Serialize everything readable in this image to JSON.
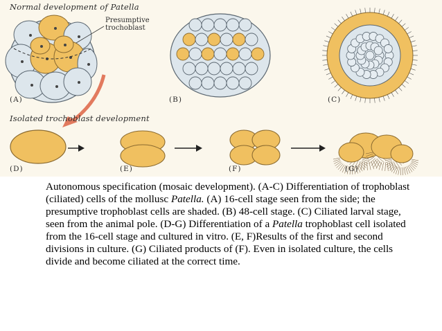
{
  "figure": {
    "heading_top": "Normal development of Patella",
    "heading_bottom": "Isolated trochoblast development",
    "annotation": [
      "Presumptive",
      "trochoblast"
    ],
    "panel_labels": [
      "(A)",
      "(B)",
      "(C)",
      "(D)",
      "(E)",
      "(F)",
      "(G)"
    ],
    "colors": {
      "trochoblast": "#f0c060",
      "trochoblast_stroke": "#8a6a30",
      "other_cells": "#dde6ec",
      "cell_stroke": "#5a6670",
      "arrow": "#e27a5e",
      "background": "#fbf7ec"
    }
  },
  "caption": [
    {
      "text": "Autonomous specification (mosaic development). (A-C) Differentiation of trophoblast (ciliated) cells of the mollusc ",
      "italic": false
    },
    {
      "text": "Patella.",
      "italic": true
    },
    {
      "text": " (A) 16-cell stage seen from the side; the presumptive trophoblast cells are shaded. (B) 48-cell stage. (C) Ciliated larval stage, seen from the animal pole. (D-G) Differentiation of a ",
      "italic": false
    },
    {
      "text": "Patella",
      "italic": true
    },
    {
      "text": " trophoblast cell isolated from the 16-cell stage and cultured in vitro. (E, F)Results of the first and second divisions in culture. (G) Ciliated products of (F). Even in isolated culture, the cells divide and become ciliated at the correct time.",
      "italic": false
    }
  ]
}
